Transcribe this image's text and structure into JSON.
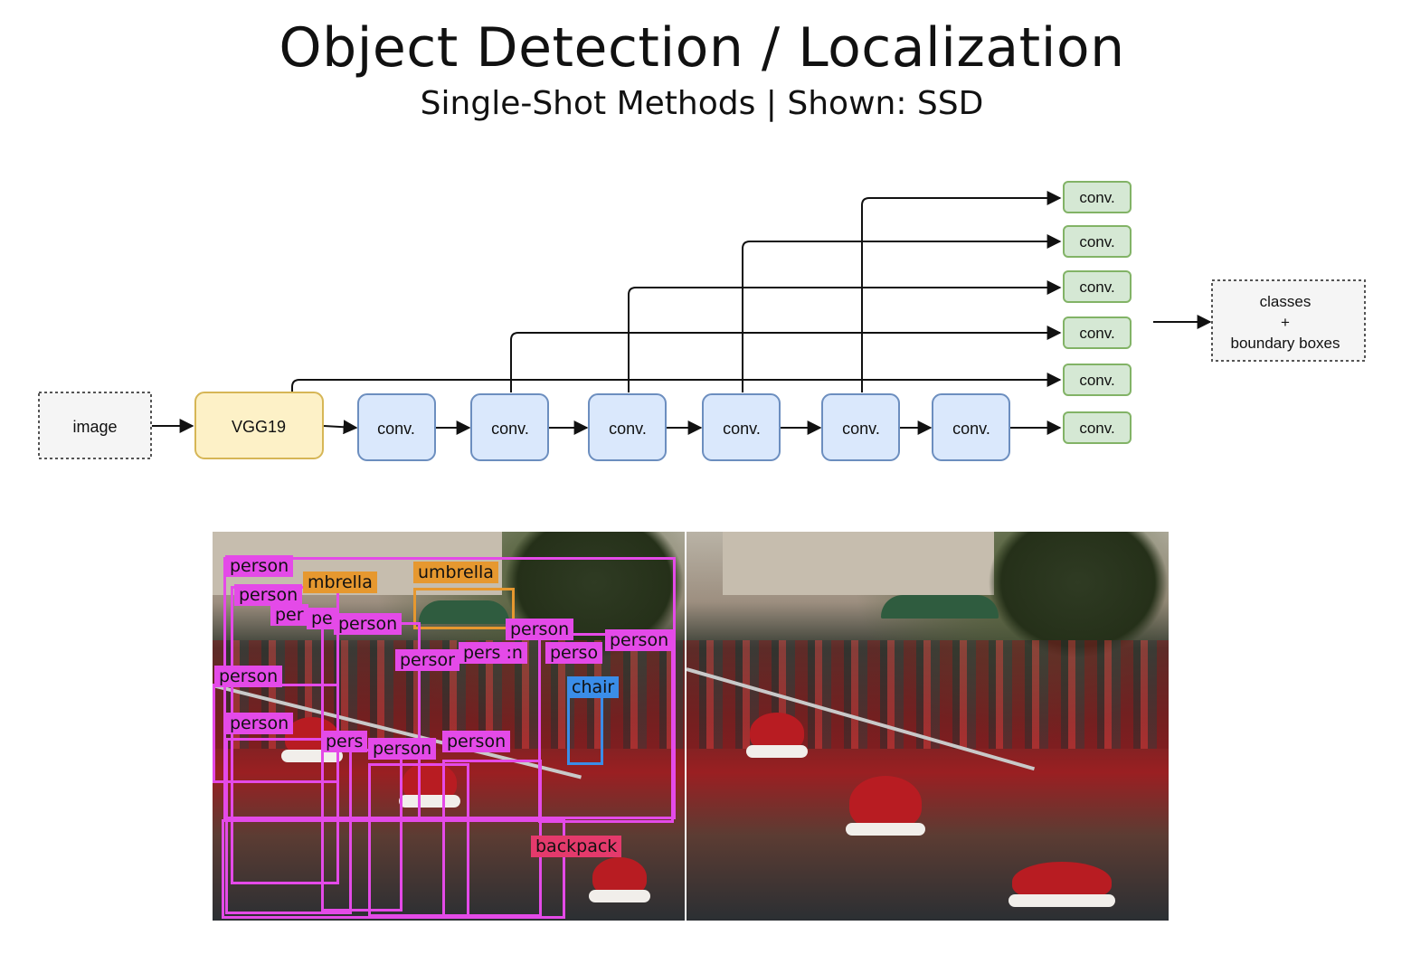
{
  "header": {
    "title": "Object Detection / Localization",
    "subtitle": "Single-Shot Methods | Shown: SSD"
  },
  "diagram": {
    "input_label": "image",
    "backbone_label": "VGG19",
    "conv_label": "conv.",
    "output_label_line1": "classes",
    "output_label_line2": "+",
    "output_label_line3": "boundary boxes",
    "colors": {
      "backbone_fill": "#fdf1c7",
      "backbone_stroke": "#d6b656",
      "conv_fill": "#dae8fc",
      "conv_stroke": "#6c8ebf",
      "head_fill": "#d5e8d4",
      "head_stroke": "#82b366",
      "dotted_fill": "#f5f5f5"
    }
  },
  "detections": {
    "labels": {
      "person": "person",
      "umbrella_top_left": "mbrella",
      "umbrella": "umbrella",
      "person_cut_a": "persor",
      "person_cut_b": "pers",
      "person_cut_c": "perso",
      "person_cut_d": "pe",
      "person_cut_e": "per",
      "person_cut_f": "pers :n",
      "person_left_edge": "person",
      "chair": "chair",
      "backpack": "backpack"
    },
    "colors": {
      "person": "#e44ae8",
      "umbrella": "#e6982f",
      "chair": "#3a8de8",
      "backpack": "#e43a6c"
    }
  }
}
